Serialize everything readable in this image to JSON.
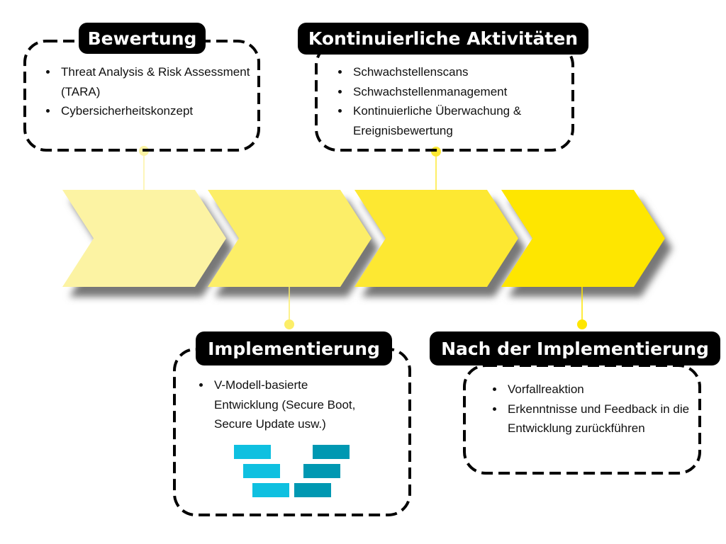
{
  "stages": [
    {
      "title": "Bewertung",
      "items": [
        "Threat Analysis & Risk Assessment (TARA)",
        "Cybersicherheitskonzept"
      ],
      "color": "#fcf3a3"
    },
    {
      "title": "Implementierung",
      "items": [
        "V-Modell-basierte Entwicklung (Secure Boot, Secure Update usw.)"
      ],
      "color": "#fcee68"
    },
    {
      "title": "Kontinuierliche Aktivitäten",
      "items": [
        "Schwachstellenscans",
        "Schwachstellenmanagement",
        "Kontinuierliche Überwachung & Ereignisbewertung"
      ],
      "color": "#fde832"
    },
    {
      "title": "Nach der Implementierung",
      "items": [
        "Vorfallreaktion",
        "Erkenntnisse und Feedback in die Entwicklung zurückführen"
      ],
      "color": "#fee600"
    }
  ],
  "vmodel": {
    "left_color": "#0fc0e0",
    "right_color": "#0098b2"
  }
}
